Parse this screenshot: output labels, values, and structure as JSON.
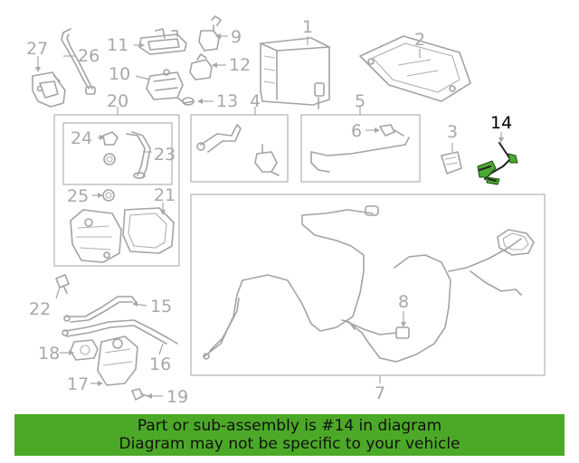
{
  "callouts": {
    "c1": "1",
    "c2": "2",
    "c3": "3",
    "c4": "4",
    "c5": "5",
    "c6": "6",
    "c7": "7",
    "c8": "8",
    "c9": "9",
    "c10": "10",
    "c11": "11",
    "c12": "12",
    "c13": "13",
    "c14": "14",
    "c15": "15",
    "c16": "16",
    "c17": "17",
    "c18": "18",
    "c19": "19",
    "c20": "20",
    "c21": "21",
    "c22": "22",
    "c23": "23",
    "c24": "24",
    "c25": "25",
    "c26": "26",
    "c27": "27"
  },
  "highlight_color": "#4ca928",
  "banner": {
    "line1": "Part or sub-assembly is #14 in diagram",
    "line2": "Diagram may not be specific to your vehicle"
  }
}
